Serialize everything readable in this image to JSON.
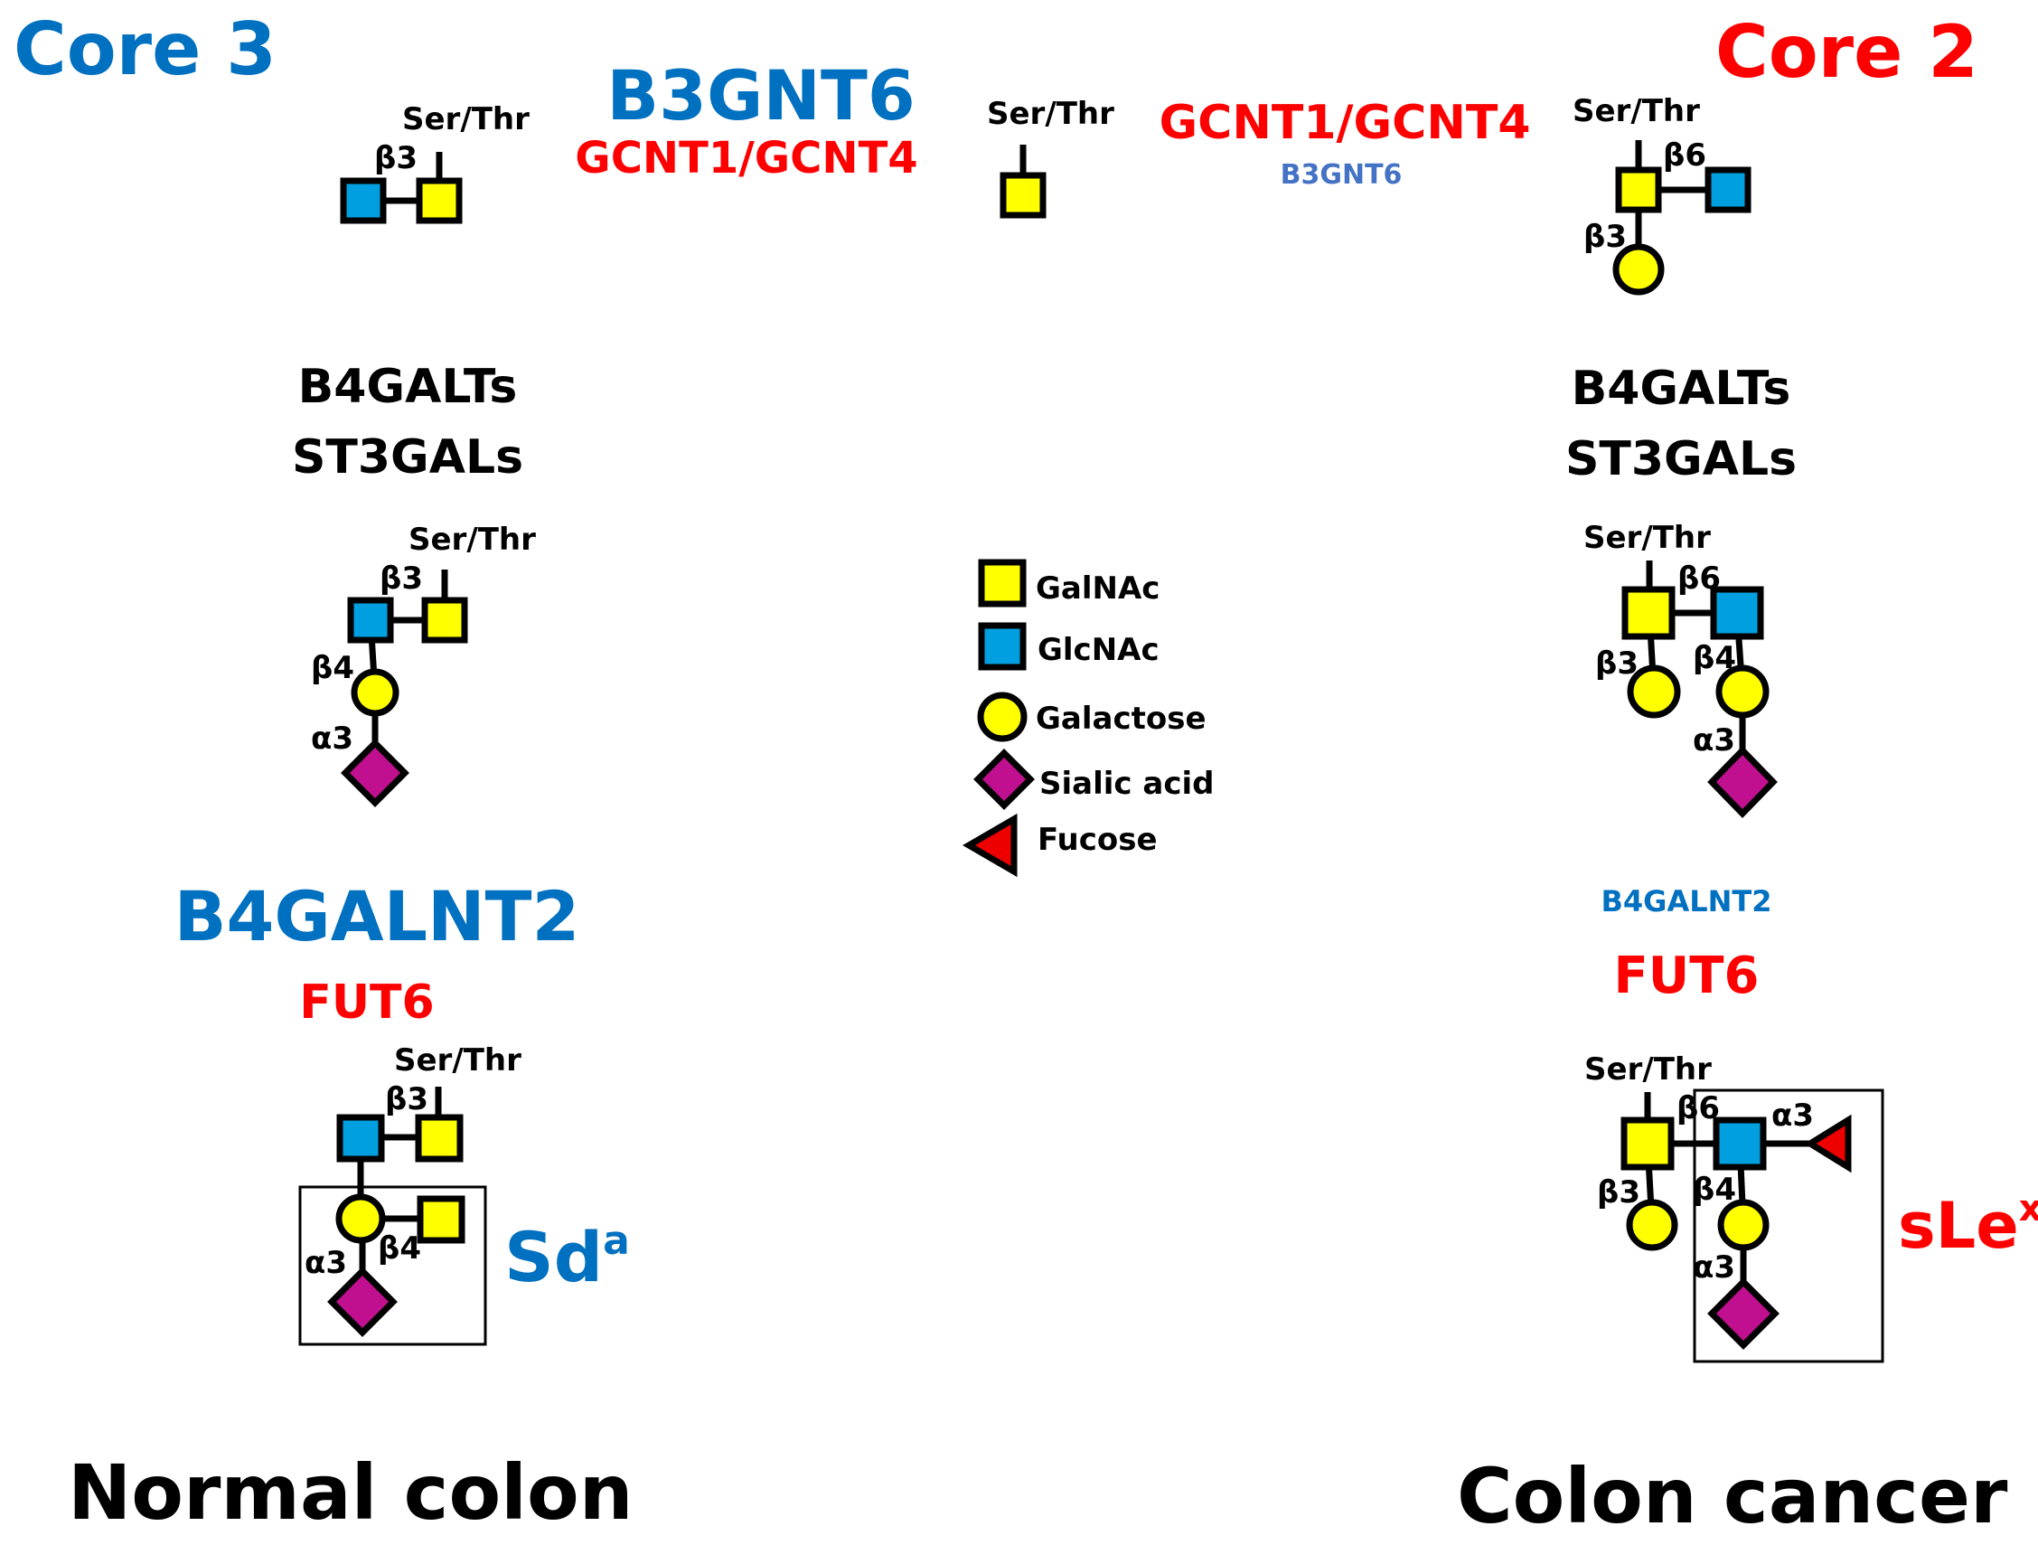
{
  "titles": {
    "core3": "Core 3",
    "core2": "Core 2"
  },
  "bottom": {
    "normal": "Normal colon",
    "cancer": "Colon cancer"
  },
  "enzymes": {
    "top_left_main": "B3GNT6",
    "top_left_sub": "GCNT1/GCNT4",
    "top_right_main": "GCNT1/GCNT4",
    "top_right_sub": "B3GNT6",
    "left_mid_1": "B4GALTs",
    "left_mid_2": "ST3GALs",
    "right_mid_1": "B4GALTs",
    "right_mid_2": "ST3GALs",
    "left_low_main": "B4GALNT2",
    "left_low_sub": "FUT6",
    "right_low_sub": "B4GALNT2",
    "right_low_main": "FUT6"
  },
  "anchor": "Ser/Thr",
  "linkages": {
    "b3": "β3",
    "b4": "β4",
    "b6": "β6",
    "a3": "α3"
  },
  "epitopes": {
    "sda_base": "Sd",
    "sda_sup": "a",
    "slex_base": "sLe",
    "slex_sup": "x"
  },
  "legend": {
    "galnac": "GalNAc",
    "glcnac": "GlcNAc",
    "galactose": "Galactose",
    "sialic": "Sialic acid",
    "fucose": "Fucose"
  },
  "colors": {
    "blue": "#0070c0",
    "red": "#ff0000",
    "enzyme_small_blue": "#4472c4",
    "galnac_yellow": "#ffff00",
    "glcnac_cyan": "#00a0e0",
    "sialic_magenta": "#c0108f",
    "fucose_red": "#ee0000"
  }
}
